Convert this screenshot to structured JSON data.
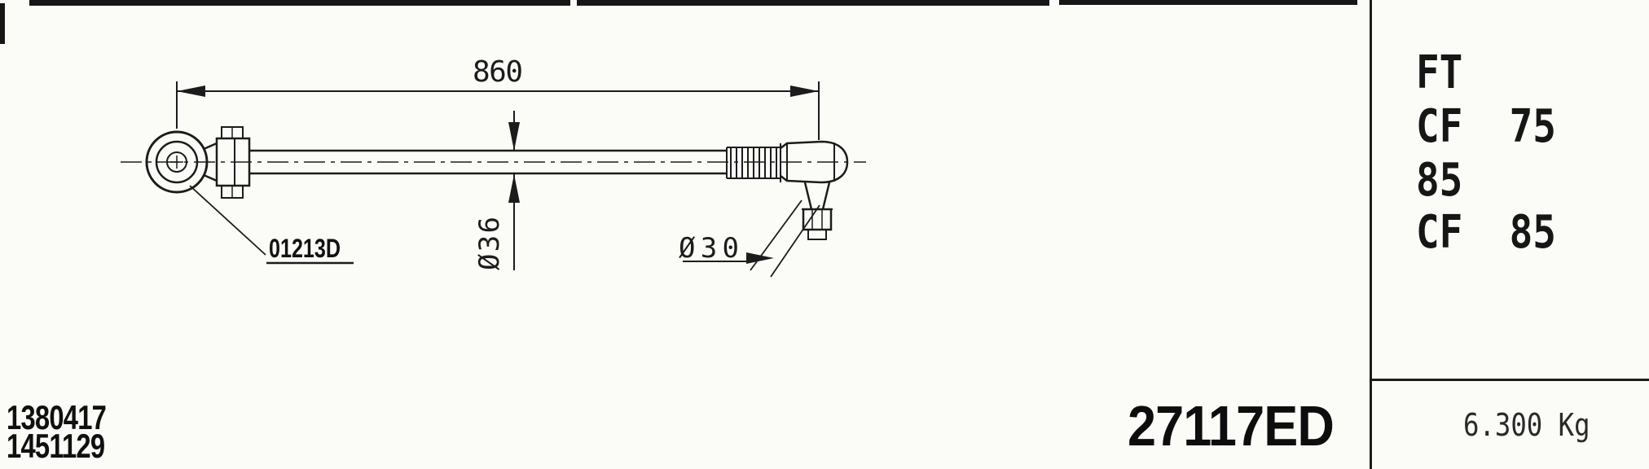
{
  "drawing": {
    "dim_length": "860",
    "dim_rod_diameter": "Ø36",
    "dim_stud_diameter": "Ø30",
    "component_ref": "01213D",
    "oem_ref_1": "1380417",
    "oem_ref_2": "1451129",
    "part_number": "27117ED"
  },
  "side_panel": {
    "applications": [
      "FT",
      "CF  75",
      "85",
      "CF  85"
    ],
    "weight": "6.300 Kg"
  },
  "colors": {
    "ink": "#1c1c1c",
    "paper": "#fbfbf8"
  }
}
